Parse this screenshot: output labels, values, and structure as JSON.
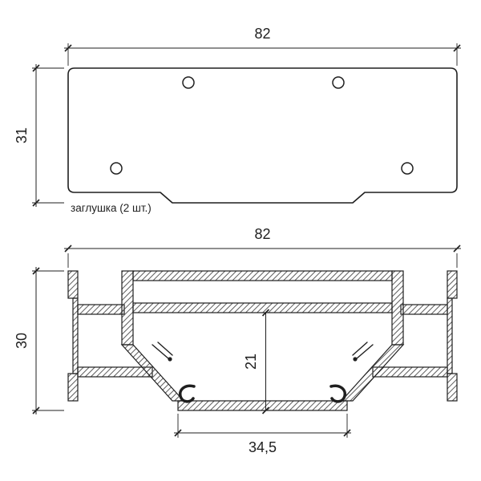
{
  "drawing": {
    "line_color": "#1f1f1f",
    "background_color": "#ffffff",
    "top_view": {
      "width_dim": "82",
      "height_dim": "31",
      "caption": "заглушка (2 шт.)",
      "hole_count": 4
    },
    "section_view": {
      "width_dim": "82",
      "height_dim": "30",
      "cavity_height_dim": "21",
      "slot_width_dim": "34,5"
    }
  }
}
